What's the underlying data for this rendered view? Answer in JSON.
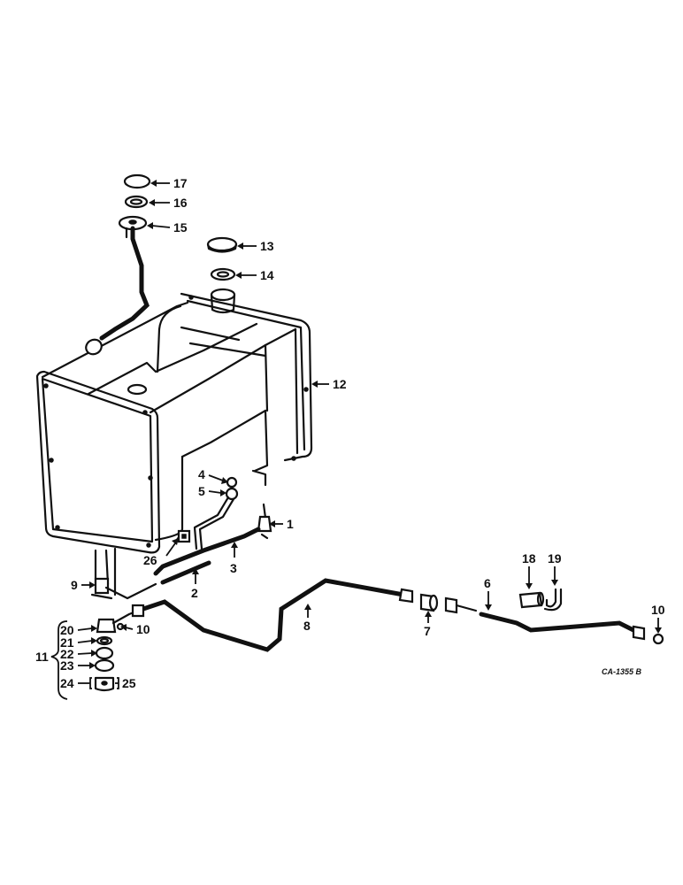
{
  "diagram_code": "CA-1355 B",
  "callouts": {
    "c1": "1",
    "c2": "2",
    "c3": "3",
    "c4": "4",
    "c5": "5",
    "c6": "6",
    "c7": "7",
    "c8": "8",
    "c9": "9",
    "c10a": "10",
    "c10b": "10",
    "c11": "11",
    "c12": "12",
    "c13": "13",
    "c14": "14",
    "c15": "15",
    "c16": "16",
    "c17": "17",
    "c18": "18",
    "c19": "19",
    "c20": "20",
    "c21": "21",
    "c22": "22",
    "c23": "23",
    "c24": "24",
    "c25": "25",
    "c26": "26"
  }
}
